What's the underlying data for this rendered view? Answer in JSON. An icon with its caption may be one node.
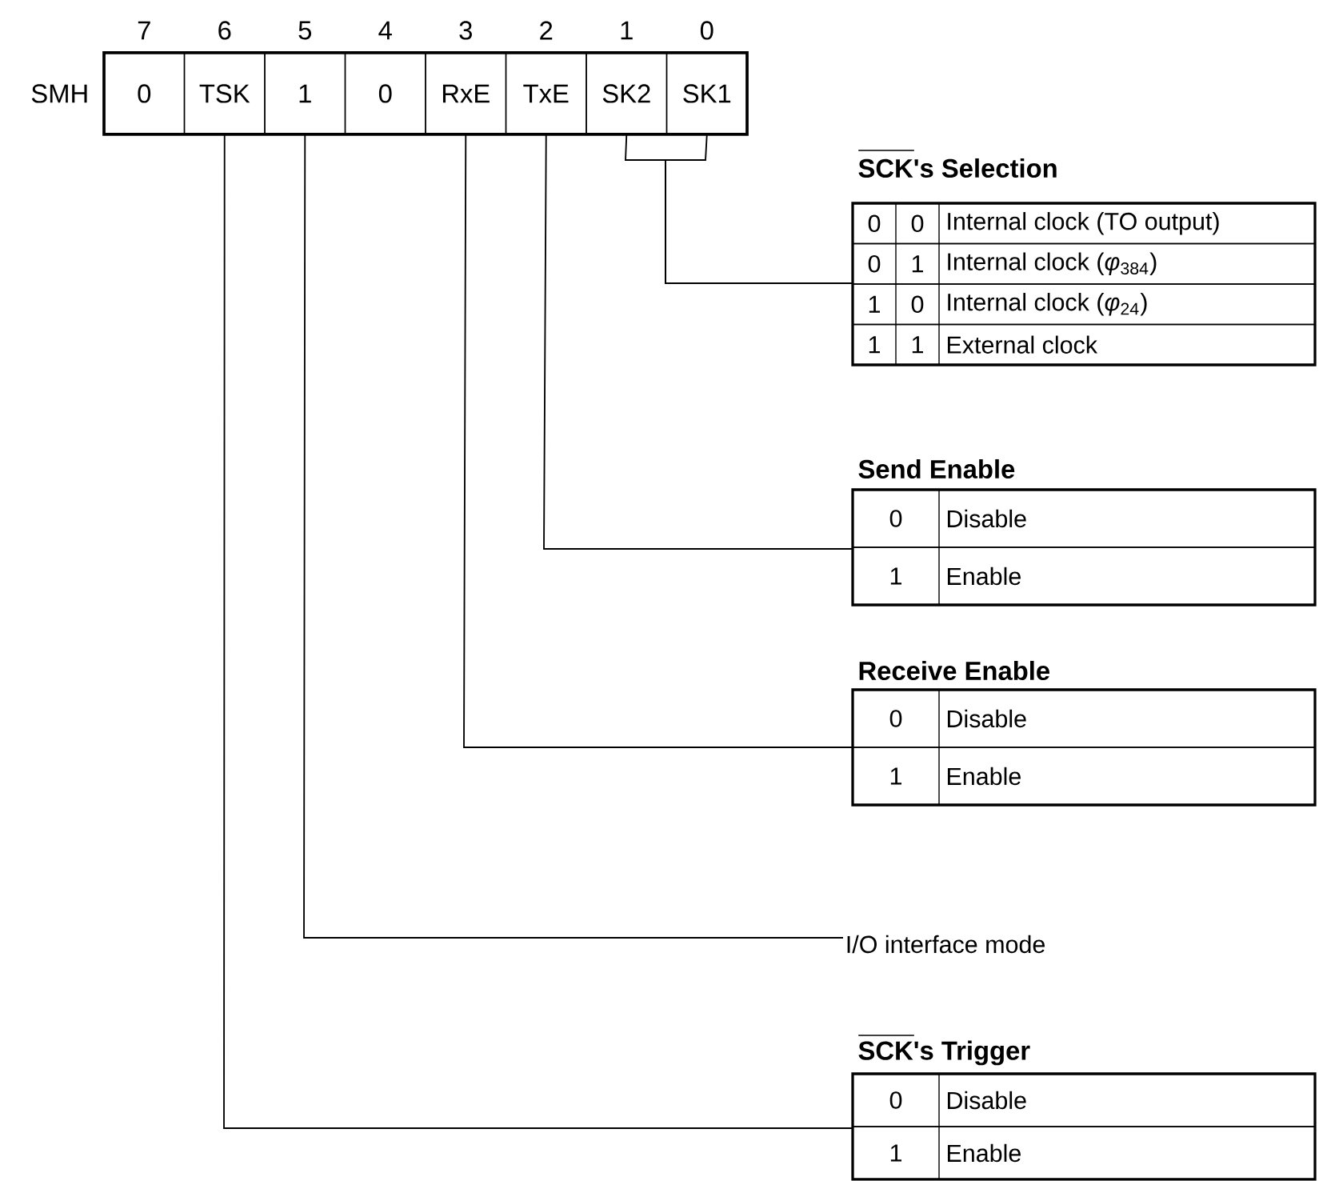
{
  "diagram": {
    "nodes": [
      {
        "text": [],
        "shape": "box",
        "beside": [
          "SMH"
        ]
      },
      {
        "text": [
          "0"
        ],
        "in": 0,
        "beside": [
          "7"
        ]
      },
      {
        "text": [
          "TSK"
        ],
        "in": 0,
        "beside": [
          "6"
        ]
      },
      {
        "text": [
          "1"
        ],
        "in": 0,
        "beside": [
          "5"
        ]
      },
      {
        "text": [
          "0"
        ],
        "in": 0,
        "beside": [
          "4"
        ]
      },
      {
        "text": [
          "RxE"
        ],
        "in": 0,
        "beside": [
          "3"
        ]
      },
      {
        "text": [
          "TxE"
        ],
        "in": 0,
        "beside": [
          "2"
        ]
      },
      {
        "text": [
          "SK2"
        ],
        "in": 0,
        "beside": [
          "1"
        ]
      },
      {
        "text": [
          "SK1"
        ],
        "in": 0,
        "beside": [
          "0"
        ]
      },
      {
        "text": [
          "SCK's Selection"
        ]
      },
      {
        "text": [
          "0",
          "0",
          "Internal clock (TO output)"
        ],
        "in": 9
      },
      {
        "text": [
          "0",
          "1",
          "Internal clock (*φ*$_{384}$)"
        ],
        "in": 9
      },
      {
        "text": [
          "1",
          "0",
          "Internal clock (*φ*$_{24}$)"
        ],
        "in": 9
      },
      {
        "text": [
          "1",
          "1",
          "External clock"
        ],
        "in": 9
      },
      {
        "text": [
          "Send Enable"
        ]
      },
      {
        "text": [
          "0",
          "Disable"
        ],
        "in": 14
      },
      {
        "text": [
          "1",
          "Enable"
        ],
        "in": 14
      },
      {
        "text": [
          "Receive Enable"
        ]
      },
      {
        "text": [
          "0",
          "Disable"
        ],
        "in": 17
      },
      {
        "text": [
          "1",
          "Enable"
        ],
        "in": 17
      },
      {
        "text": [
          "I/O interface mode"
        ]
      },
      {
        "text": [
          "SCK's Trigger"
        ]
      },
      {
        "text": [
          "0",
          "Disable"
        ],
        "in": 21
      },
      {
        "text": [
          "1",
          "Enable"
        ],
        "in": 21
      }
    ],
    "edges": [
      {
        "from": 7,
        "to": 9,
        "arrow": "none"
      },
      {
        "from": 8,
        "to": 9,
        "arrow": "none"
      },
      {
        "from": 6,
        "to": 14,
        "arrow": "none"
      },
      {
        "from": 5,
        "to": 17,
        "arrow": "none"
      },
      {
        "from": 3,
        "to": 20,
        "arrow": "none"
      },
      {
        "from": 2,
        "to": 21,
        "arrow": "none"
      }
    ]
  }
}
